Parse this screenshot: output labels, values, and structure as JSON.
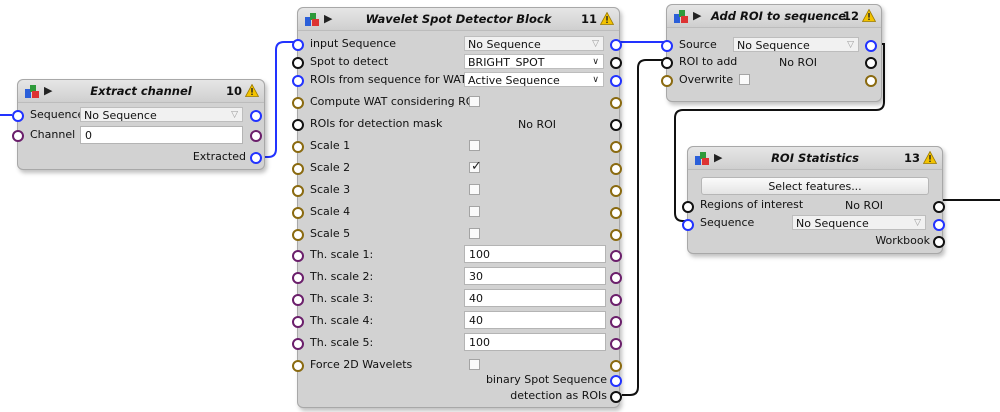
{
  "extract_channel": {
    "title": "Extract channel",
    "number": "10",
    "sequence_label": "Sequence",
    "sequence_value": "No Sequence",
    "channel_label": "Channel",
    "channel_value": "0",
    "extracted_label": "Extracted"
  },
  "wavelet": {
    "title": "Wavelet Spot Detector Block",
    "number": "11",
    "input_sequence_label": "input Sequence",
    "input_sequence_value": "No Sequence",
    "spot_label": "Spot to detect",
    "spot_value": "BRIGHT_SPOT",
    "rois_wat_label": "ROIs from sequence for WAT",
    "rois_wat_value": "Active Sequence",
    "compute_wat_label": "Compute WAT considering ROI",
    "compute_wat_checked": false,
    "rois_mask_label": "ROIs for detection mask",
    "rois_mask_value": "No ROI",
    "scales": [
      {
        "label": "Scale 1",
        "checked": false
      },
      {
        "label": "Scale 2",
        "checked": true
      },
      {
        "label": "Scale 3",
        "checked": false
      },
      {
        "label": "Scale 4",
        "checked": false
      },
      {
        "label": "Scale 5",
        "checked": false
      }
    ],
    "thresholds": [
      {
        "label": "Th. scale 1:",
        "value": "100"
      },
      {
        "label": "Th. scale 2:",
        "value": "30"
      },
      {
        "label": "Th. scale 3:",
        "value": "40"
      },
      {
        "label": "Th. scale 4:",
        "value": "40"
      },
      {
        "label": "Th. scale 5:",
        "value": "100"
      }
    ],
    "force2d_label": "Force 2D Wavelets",
    "force2d_checked": false,
    "binary_label": "binary Spot Sequence",
    "detection_label": "detection as ROIs"
  },
  "add_roi": {
    "title": "Add ROI to sequence",
    "number": "12",
    "source_label": "Source",
    "source_value": "No Sequence",
    "roi_add_label": "ROI to add",
    "roi_add_value": "No ROI",
    "overwrite_label": "Overwrite",
    "overwrite_checked": false
  },
  "roi_stats": {
    "title": "ROI Statistics",
    "number": "13",
    "select_features": "Select features...",
    "regions_label": "Regions of interest",
    "regions_value": "No ROI",
    "sequence_label": "Sequence",
    "sequence_value": "No Sequence",
    "workbook_label": "Workbook"
  },
  "colors": {
    "sequence_port": "#2233ff",
    "roi_port": "#111111",
    "boolean_port": "#8a6a10",
    "number_port": "#6b1f6b",
    "warning": "#f3c300"
  }
}
